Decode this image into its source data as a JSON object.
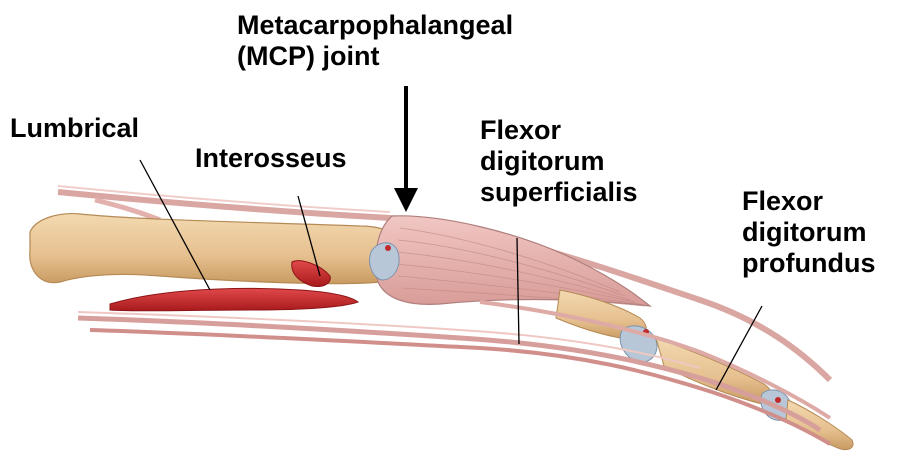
{
  "labels": {
    "mcp": [
      "Metacarpophalangeal",
      "(MCP) joint"
    ],
    "lumbrical": "Lumbrical",
    "interosseus": "Interosseus",
    "fds": [
      "Flexor",
      "digitorum",
      "superficialis"
    ],
    "fdp": [
      "Flexor",
      "digitorum",
      "profundus"
    ]
  },
  "colors": {
    "bone": "#e9c89a",
    "bone_shadow": "#c9a06a",
    "tendon": "#e7b4b0",
    "tendon_edge": "#b07f7d",
    "muscle": "#c8282a",
    "ligament": "#9fb4c9",
    "pointer": "#000000"
  }
}
